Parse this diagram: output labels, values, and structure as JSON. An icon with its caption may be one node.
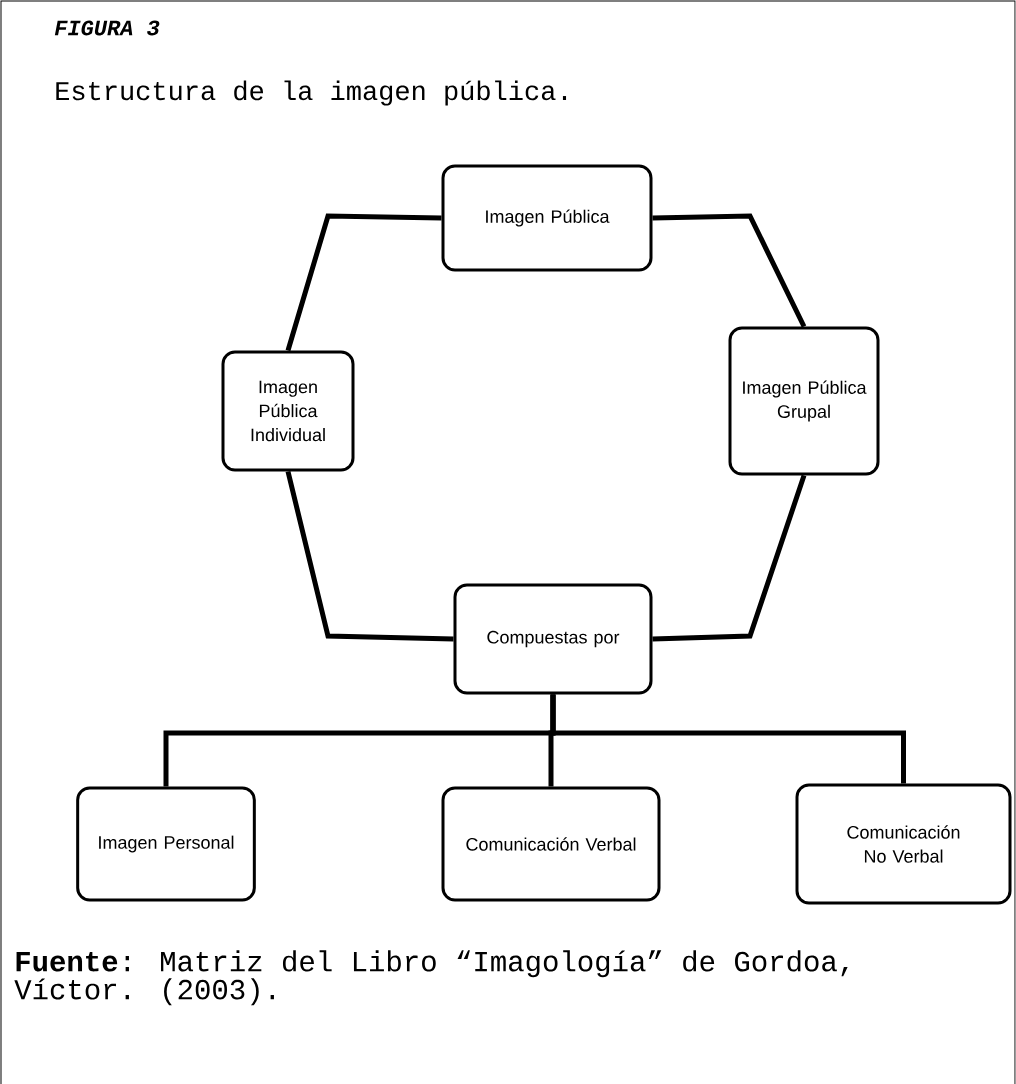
{
  "diagram": {
    "title": "FIGURA 3",
    "caption": "Estructura de la imagen pública.",
    "nodes": [
      {
        "text": [
          "Imagen Pública"
        ]
      },
      {
        "text": [
          "Imagen Pública Individual"
        ]
      },
      {
        "text": [
          "Imagen Pública Grupal"
        ]
      },
      {
        "text": [
          "Compuestas por"
        ]
      },
      {
        "text": [
          "Imagen Personal"
        ]
      },
      {
        "text": [
          "Comunicación Verbal"
        ]
      },
      {
        "text": [
          "Comunicación No Verbal"
        ]
      }
    ],
    "edges": [
      {
        "from": 0,
        "to": 1,
        "arrow": "none"
      },
      {
        "from": 0,
        "to": 2,
        "arrow": "none"
      },
      {
        "from": 1,
        "to": 3,
        "arrow": "none"
      },
      {
        "from": 2,
        "to": 3,
        "arrow": "none"
      },
      {
        "from": 3,
        "to": 4,
        "arrow": "none"
      },
      {
        "from": 3,
        "to": 5,
        "arrow": "none"
      },
      {
        "from": 3,
        "to": 6,
        "arrow": "none"
      }
    ],
    "labels": [
      "**Fuente**: Matriz del Libro “Imagología” de Gordoa, Víctor. (2003)."
    ]
  }
}
